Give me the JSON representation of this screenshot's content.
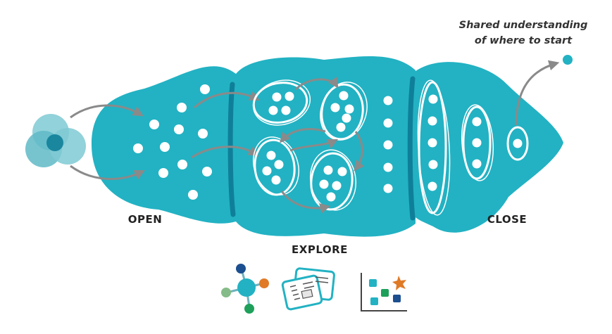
{
  "diagram": {
    "labels": {
      "open": "OPEN",
      "explore": "EXPLORE",
      "close": "CLOSE"
    },
    "outcome_note": {
      "line1": "Shared understanding",
      "line2": "of where to start"
    },
    "icons": [
      "network-icon",
      "documents-icon",
      "affinity-map-icon"
    ],
    "colors": {
      "teal": "#22b2c3",
      "teal_dark": "#0f7f99",
      "arrow_gray": "#8a8a8a",
      "cluster_light": "#7fcad4",
      "orange": "#e07a26",
      "green": "#1ea05a",
      "navy": "#1c4f8f",
      "sage": "#85bb88"
    }
  }
}
